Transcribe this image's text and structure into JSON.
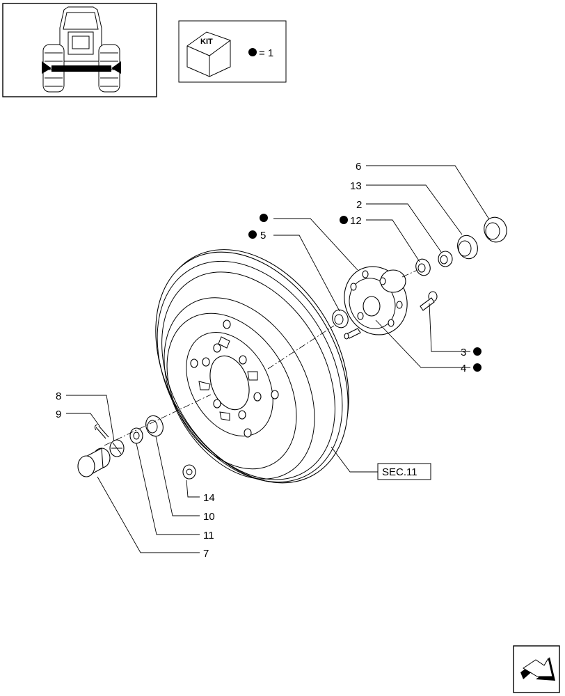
{
  "thumbnail": {
    "icon": "tractor-rear-axle-icon"
  },
  "legend": {
    "kit_label": "KIT",
    "equals_text": "= 1",
    "kit_icon": "kit-box-icon",
    "marker_icon": "filled-dot-icon"
  },
  "callouts": {
    "c6": "6",
    "c13": "13",
    "c2": "2",
    "c12": "12",
    "c5": "5",
    "c3": "3",
    "c4": "4",
    "c8": "8",
    "c9": "9",
    "c14": "14",
    "c10": "10",
    "c11": "11",
    "c7": "7"
  },
  "section_ref": "SEC.11",
  "nav": {
    "icon": "next-page-arrow-icon"
  }
}
